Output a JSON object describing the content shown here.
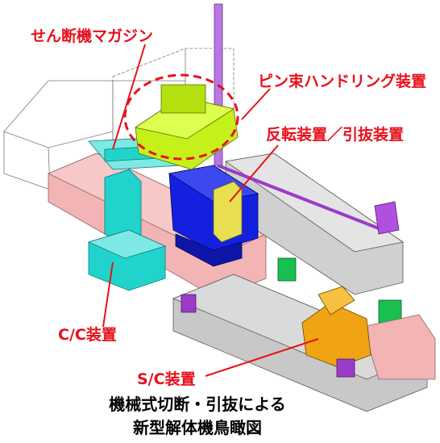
{
  "labels": {
    "cutting_magazine": "せん断機マガジン",
    "pin_bundle_handling": "ピン束ハンドリング装置",
    "reversing_pulling": "反転装置／引抜装置",
    "cc_device": "C/C装置",
    "sc_device": "S/C装置"
  },
  "caption": {
    "line1": "機械式切断・引抜による",
    "line2": "新型解体機鳥瞰図"
  },
  "colors": {
    "label_red": "#e8101a",
    "yellow_green": "#c6f01a",
    "blue": "#1420e0",
    "cyan": "#20d4cc",
    "orange": "#f0a414",
    "purple": "#9a3cc8",
    "green": "#18c050",
    "pink": "#f2b4b4",
    "gray": "#c8c8c8"
  }
}
